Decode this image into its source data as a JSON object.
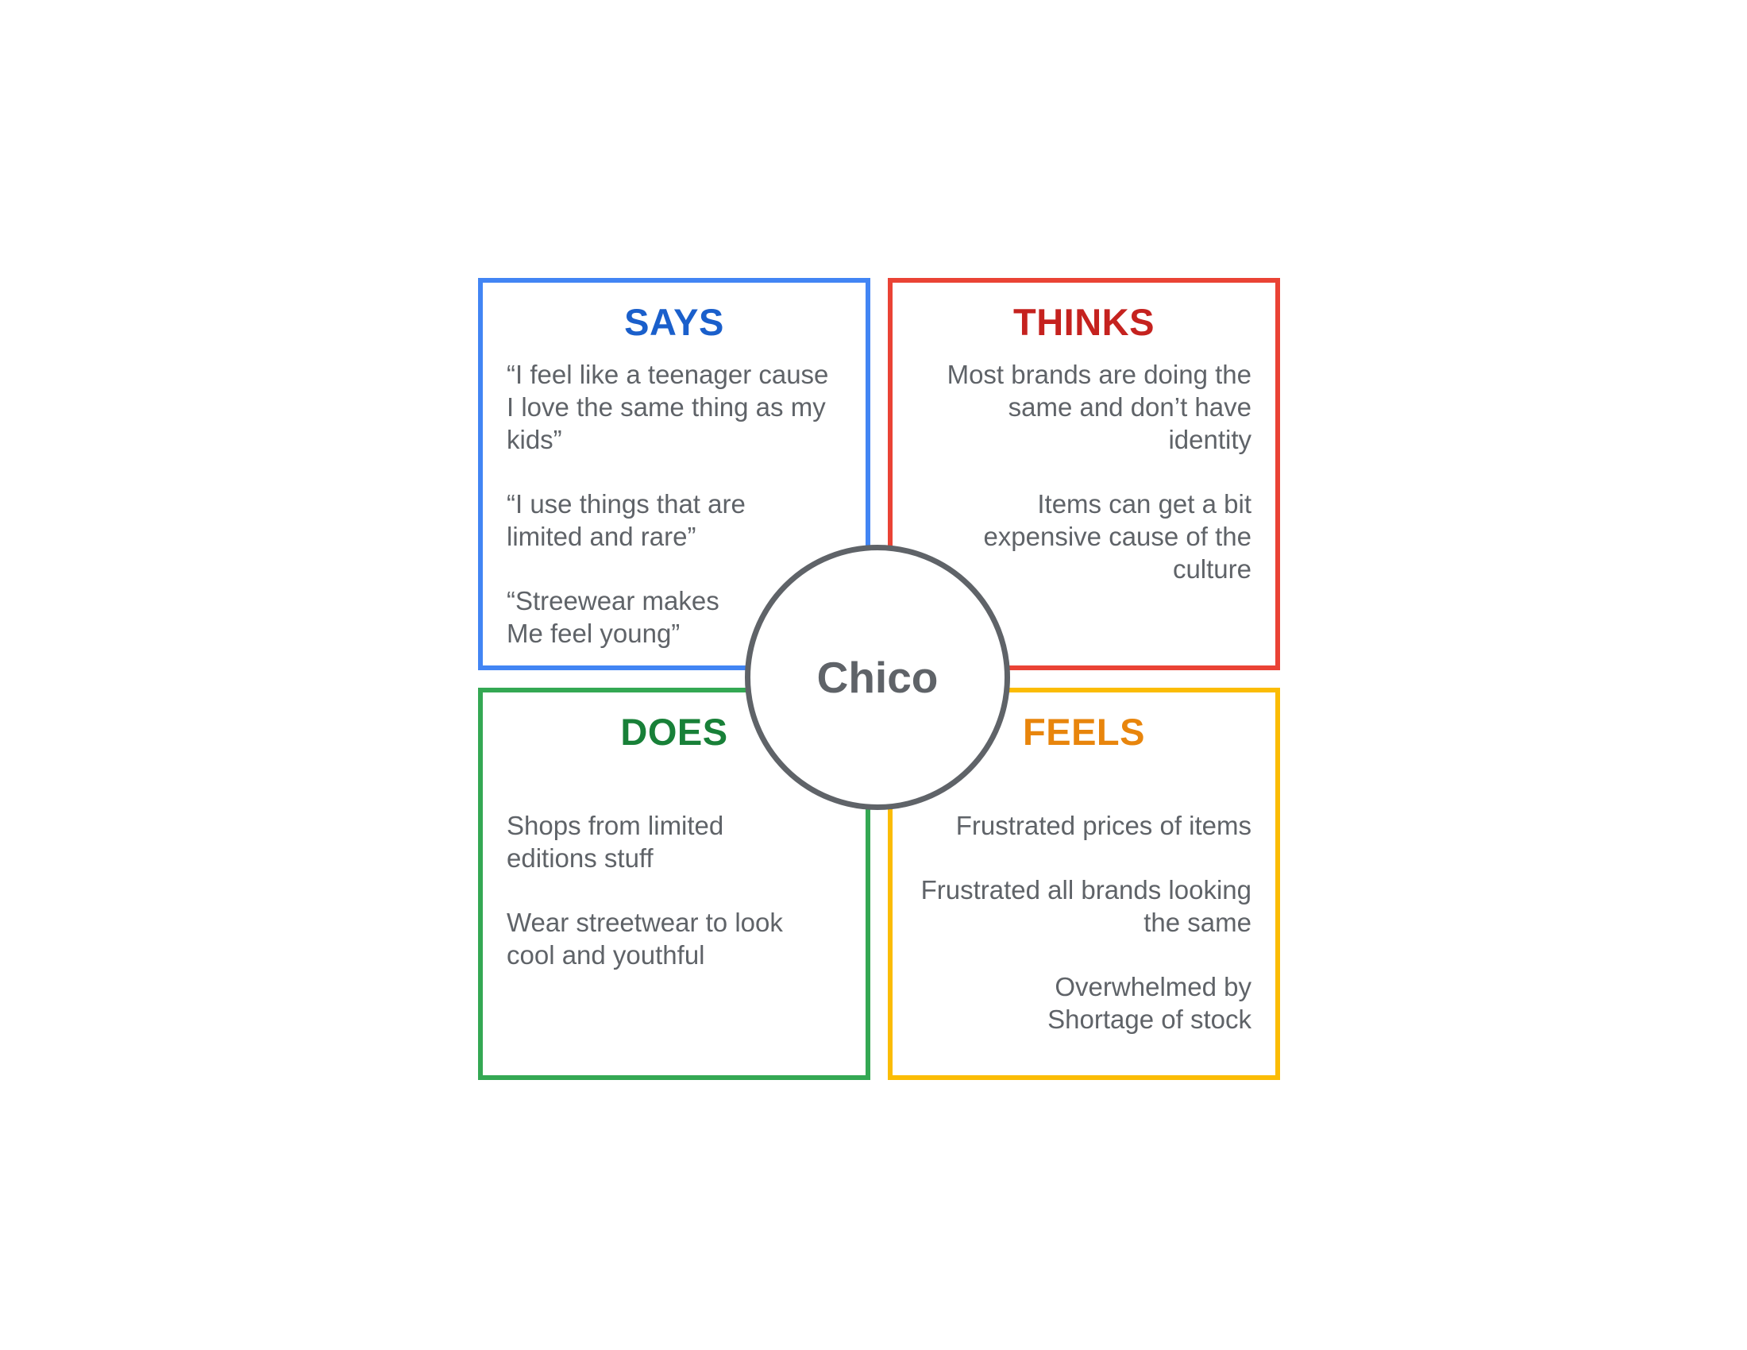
{
  "center": {
    "label": "Chico",
    "border_color": "#5f6368"
  },
  "quadrants": {
    "says": {
      "title": "SAYS",
      "border_color": "#4285f4",
      "title_color": "#1a5fcb",
      "items": [
        "“I feel like a teenager cause\nI love the same thing as my\nkids”",
        "“I use things that are\nlimited and rare”",
        "“Streewear makes\nMe feel young”"
      ]
    },
    "thinks": {
      "title": "THINKS",
      "border_color": "#ea4335",
      "title_color": "#c5221f",
      "items": [
        "Most brands are doing the\nsame and don’t have\nidentity",
        "Items can get a bit\nexpensive cause of the\nculture"
      ]
    },
    "does": {
      "title": "DOES",
      "border_color": "#34a853",
      "title_color": "#188038",
      "items": [
        "Shops from limited\neditions stuff",
        "Wear streetwear to look\ncool and youthful"
      ]
    },
    "feels": {
      "title": "FEELS",
      "border_color": "#fbbc04",
      "title_color": "#e8850c",
      "items": [
        "Frustrated prices of items",
        "Frustrated all brands looking\nthe same",
        "Overwhelmed by\nShortage of stock"
      ]
    }
  }
}
